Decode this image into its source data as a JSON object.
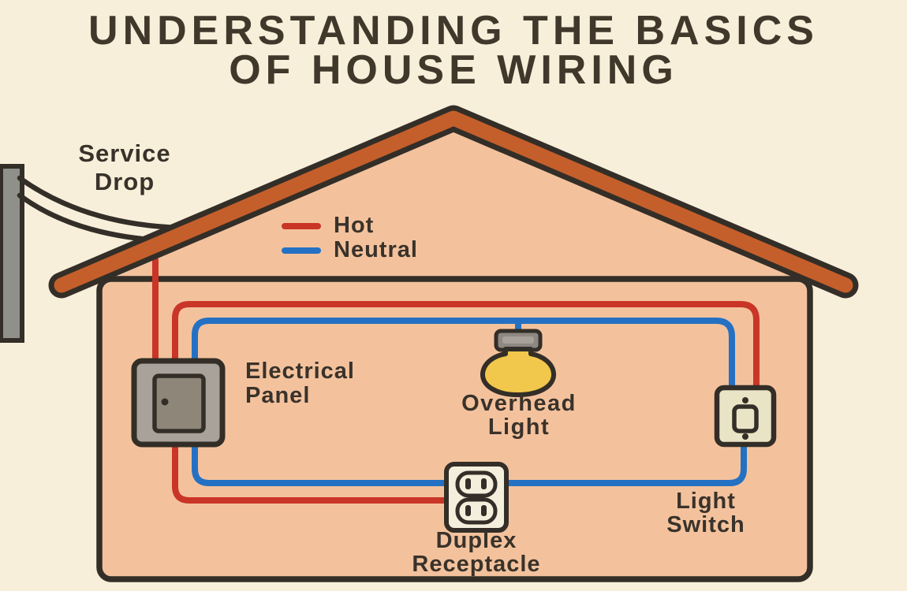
{
  "title": {
    "line1": "UNDERSTANDING THE BASICS",
    "line2": "OF HOUSE WIRING"
  },
  "legend": {
    "items": [
      {
        "label": "Hot",
        "color": "#c93527"
      },
      {
        "label": "Neutral",
        "color": "#2471c3"
      }
    ]
  },
  "labels": {
    "service_drop_line1": "Service",
    "service_drop_line2": "Drop",
    "electrical_panel_line1": "Electrical",
    "electrical_panel_line2": "Panel",
    "overhead_light_line1": "Overhead",
    "overhead_light_line2": "Light",
    "duplex_receptacle_line1": "Duplex",
    "duplex_receptacle_line2": "Receptacle",
    "light_switch_line1": "Light",
    "light_switch_line2": "Switch"
  },
  "colors": {
    "background": "#f8efda",
    "wall": "#f3c29d",
    "roof": "#c45f2b",
    "outline": "#332e27",
    "hot": "#c93527",
    "neutral": "#2471c3",
    "bulb": "#f1c84b",
    "panel_gray": "#a8a29a",
    "panel_door_gray": "#8e8779",
    "plate_cream": "#f4eedd",
    "switch_cream": "#eae4c6",
    "pole_gray": "#90908a"
  }
}
